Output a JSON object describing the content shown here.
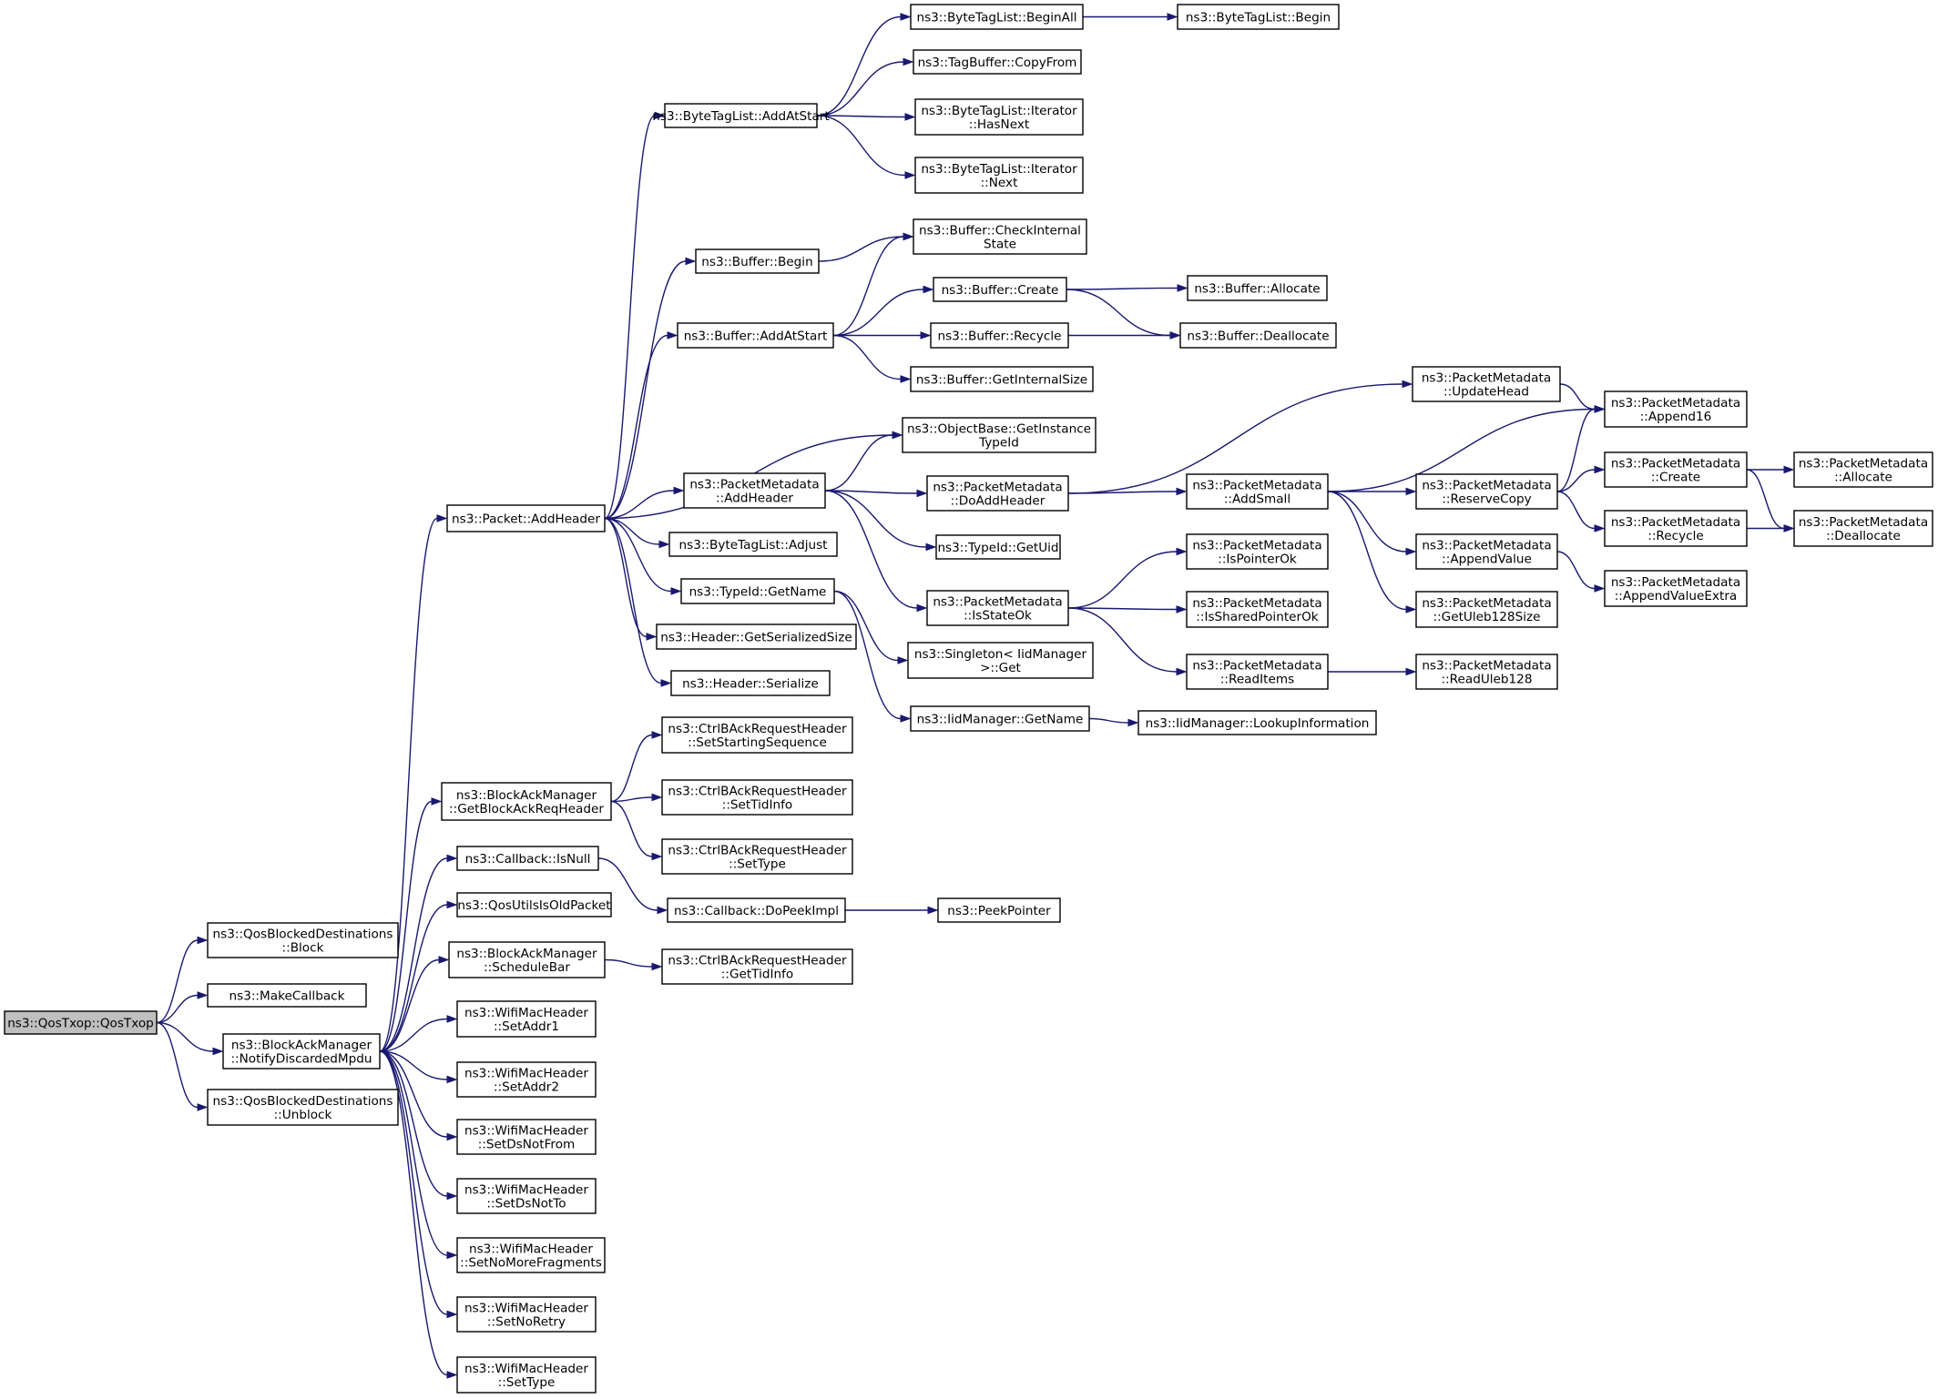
{
  "nodes": [
    {
      "id": "root",
      "lines": [
        "ns3::QosTxop::QosTxop"
      ],
      "highlight": true
    },
    {
      "id": "qbd_block",
      "lines": [
        "ns3::QosBlockedDestinations",
        "::Block"
      ]
    },
    {
      "id": "make_callback",
      "lines": [
        "ns3::MakeCallback"
      ]
    },
    {
      "id": "bam_notify",
      "lines": [
        "ns3::BlockAckManager",
        "::NotifyDiscardedMpdu"
      ]
    },
    {
      "id": "qbd_unblock",
      "lines": [
        "ns3::QosBlockedDestinations",
        "::Unblock"
      ]
    },
    {
      "id": "packet_addheader",
      "lines": [
        "ns3::Packet::AddHeader"
      ]
    },
    {
      "id": "bam_getbar",
      "lines": [
        "ns3::BlockAckManager",
        "::GetBlockAckReqHeader"
      ]
    },
    {
      "id": "callback_isnull",
      "lines": [
        "ns3::Callback::IsNull"
      ]
    },
    {
      "id": "qos_isold",
      "lines": [
        "ns3::QosUtilsIsOldPacket"
      ]
    },
    {
      "id": "bam_schedulebar",
      "lines": [
        "ns3::BlockAckManager",
        "::ScheduleBar"
      ]
    },
    {
      "id": "wmh_setaddr1",
      "lines": [
        "ns3::WifiMacHeader",
        "::SetAddr1"
      ]
    },
    {
      "id": "wmh_setaddr2",
      "lines": [
        "ns3::WifiMacHeader",
        "::SetAddr2"
      ]
    },
    {
      "id": "wmh_setdsnotfrom",
      "lines": [
        "ns3::WifiMacHeader",
        "::SetDsNotFrom"
      ]
    },
    {
      "id": "wmh_setdsnotto",
      "lines": [
        "ns3::WifiMacHeader",
        "::SetDsNotTo"
      ]
    },
    {
      "id": "wmh_setnomorefrag",
      "lines": [
        "ns3::WifiMacHeader",
        "::SetNoMoreFragments"
      ]
    },
    {
      "id": "wmh_setnoretry",
      "lines": [
        "ns3::WifiMacHeader",
        "::SetNoRetry"
      ]
    },
    {
      "id": "wmh_settype",
      "lines": [
        "ns3::WifiMacHeader",
        "::SetType"
      ]
    },
    {
      "id": "btl_addatstart",
      "lines": [
        "ns3::ByteTagList::AddAtStart"
      ]
    },
    {
      "id": "buffer_begin",
      "lines": [
        "ns3::Buffer::Begin"
      ]
    },
    {
      "id": "buffer_addatstart",
      "lines": [
        "ns3::Buffer::AddAtStart"
      ]
    },
    {
      "id": "pm_addheader",
      "lines": [
        "ns3::PacketMetadata",
        "::AddHeader"
      ]
    },
    {
      "id": "btl_adjust",
      "lines": [
        "ns3::ByteTagList::Adjust"
      ]
    },
    {
      "id": "typeid_getname",
      "lines": [
        "ns3::TypeId::GetName"
      ]
    },
    {
      "id": "header_getsersize",
      "lines": [
        "ns3::Header::GetSerializedSize"
      ]
    },
    {
      "id": "header_serialize",
      "lines": [
        "ns3::Header::Serialize"
      ]
    },
    {
      "id": "cbarh_setstartseq",
      "lines": [
        "ns3::CtrlBAckRequestHeader",
        "::SetStartingSequence"
      ]
    },
    {
      "id": "cbarh_settidinfo",
      "lines": [
        "ns3::CtrlBAckRequestHeader",
        "::SetTidInfo"
      ]
    },
    {
      "id": "cbarh_settype",
      "lines": [
        "ns3::CtrlBAckRequestHeader",
        "::SetType"
      ]
    },
    {
      "id": "callback_dopeekimpl",
      "lines": [
        "ns3::Callback::DoPeekImpl"
      ]
    },
    {
      "id": "cbarh_gettidinfo",
      "lines": [
        "ns3::CtrlBAckRequestHeader",
        "::GetTidInfo"
      ]
    },
    {
      "id": "btl_beginall",
      "lines": [
        "ns3::ByteTagList::BeginAll"
      ]
    },
    {
      "id": "tagbuffer_copyfrom",
      "lines": [
        "ns3::TagBuffer::CopyFrom"
      ]
    },
    {
      "id": "btl_iter_hasnext",
      "lines": [
        "ns3::ByteTagList::Iterator",
        "::HasNext"
      ]
    },
    {
      "id": "btl_iter_next",
      "lines": [
        "ns3::ByteTagList::Iterator",
        "::Next"
      ]
    },
    {
      "id": "buffer_checkinternal",
      "lines": [
        "ns3::Buffer::CheckInternal",
        "State"
      ]
    },
    {
      "id": "buffer_create",
      "lines": [
        "ns3::Buffer::Create"
      ]
    },
    {
      "id": "buffer_recycle",
      "lines": [
        "ns3::Buffer::Recycle"
      ]
    },
    {
      "id": "buffer_getinternalsize",
      "lines": [
        "ns3::Buffer::GetInternalSize"
      ]
    },
    {
      "id": "objectbase_getinstancetypeid",
      "lines": [
        "ns3::ObjectBase::GetInstance",
        "TypeId"
      ]
    },
    {
      "id": "pm_doaddheader",
      "lines": [
        "ns3::PacketMetadata",
        "::DoAddHeader"
      ]
    },
    {
      "id": "typeid_getuid",
      "lines": [
        "ns3::TypeId::GetUid"
      ]
    },
    {
      "id": "pm_isstateok",
      "lines": [
        "ns3::PacketMetadata",
        "::IsStateOk"
      ]
    },
    {
      "id": "singleton_get",
      "lines": [
        "ns3::Singleton< IidManager",
        " >::Get"
      ]
    },
    {
      "id": "iidmanager_getname",
      "lines": [
        "ns3::IidManager::GetName"
      ]
    },
    {
      "id": "peekpointer",
      "lines": [
        "ns3::PeekPointer"
      ]
    },
    {
      "id": "btl_begin",
      "lines": [
        "ns3::ByteTagList::Begin"
      ]
    },
    {
      "id": "buffer_allocate",
      "lines": [
        "ns3::Buffer::Allocate"
      ]
    },
    {
      "id": "buffer_deallocate",
      "lines": [
        "ns3::Buffer::Deallocate"
      ]
    },
    {
      "id": "pm_updatehead",
      "lines": [
        "ns3::PacketMetadata",
        "::UpdateHead"
      ]
    },
    {
      "id": "pm_addsmall",
      "lines": [
        "ns3::PacketMetadata",
        "::AddSmall"
      ]
    },
    {
      "id": "pm_ispointerok",
      "lines": [
        "ns3::PacketMetadata",
        "::IsPointerOk"
      ]
    },
    {
      "id": "pm_issharedpointerok",
      "lines": [
        "ns3::PacketMetadata",
        "::IsSharedPointerOk"
      ]
    },
    {
      "id": "pm_readitems",
      "lines": [
        "ns3::PacketMetadata",
        "::ReadItems"
      ]
    },
    {
      "id": "iidmanager_lookupinfo",
      "lines": [
        "ns3::IidManager::LookupInformation"
      ]
    },
    {
      "id": "pm_append16",
      "lines": [
        "ns3::PacketMetadata",
        "::Append16"
      ]
    },
    {
      "id": "pm_reservecopy",
      "lines": [
        "ns3::PacketMetadata",
        "::ReserveCopy"
      ]
    },
    {
      "id": "pm_appendvalue",
      "lines": [
        "ns3::PacketMetadata",
        "::AppendValue"
      ]
    },
    {
      "id": "pm_getuleb128size",
      "lines": [
        "ns3::PacketMetadata",
        "::GetUleb128Size"
      ]
    },
    {
      "id": "pm_readuleb128",
      "lines": [
        "ns3::PacketMetadata",
        "::ReadUleb128"
      ]
    },
    {
      "id": "pm_create",
      "lines": [
        "ns3::PacketMetadata",
        "::Create"
      ]
    },
    {
      "id": "pm_recycle",
      "lines": [
        "ns3::PacketMetadata",
        "::Recycle"
      ]
    },
    {
      "id": "pm_appendvalueextra",
      "lines": [
        "ns3::PacketMetadata",
        "::AppendValueExtra"
      ]
    },
    {
      "id": "pm_allocate",
      "lines": [
        "ns3::PacketMetadata",
        "::Allocate"
      ]
    },
    {
      "id": "pm_deallocate",
      "lines": [
        "ns3::PacketMetadata",
        "::Deallocate"
      ]
    }
  ],
  "edges": [
    [
      "root",
      "qbd_block"
    ],
    [
      "root",
      "make_callback"
    ],
    [
      "root",
      "bam_notify"
    ],
    [
      "root",
      "qbd_unblock"
    ],
    [
      "bam_notify",
      "packet_addheader"
    ],
    [
      "bam_notify",
      "bam_getbar"
    ],
    [
      "bam_notify",
      "callback_isnull"
    ],
    [
      "bam_notify",
      "qos_isold"
    ],
    [
      "bam_notify",
      "bam_schedulebar"
    ],
    [
      "bam_notify",
      "wmh_setaddr1"
    ],
    [
      "bam_notify",
      "wmh_setaddr2"
    ],
    [
      "bam_notify",
      "wmh_setdsnotfrom"
    ],
    [
      "bam_notify",
      "wmh_setdsnotto"
    ],
    [
      "bam_notify",
      "wmh_setnomorefrag"
    ],
    [
      "bam_notify",
      "wmh_setnoretry"
    ],
    [
      "bam_notify",
      "wmh_settype"
    ],
    [
      "packet_addheader",
      "btl_addatstart"
    ],
    [
      "packet_addheader",
      "buffer_begin"
    ],
    [
      "packet_addheader",
      "buffer_addatstart"
    ],
    [
      "packet_addheader",
      "objectbase_getinstancetypeid"
    ],
    [
      "packet_addheader",
      "pm_addheader"
    ],
    [
      "packet_addheader",
      "btl_adjust"
    ],
    [
      "packet_addheader",
      "typeid_getname"
    ],
    [
      "packet_addheader",
      "header_getsersize"
    ],
    [
      "packet_addheader",
      "header_serialize"
    ],
    [
      "bam_getbar",
      "cbarh_setstartseq"
    ],
    [
      "bam_getbar",
      "cbarh_settidinfo"
    ],
    [
      "bam_getbar",
      "cbarh_settype"
    ],
    [
      "callback_isnull",
      "callback_dopeekimpl"
    ],
    [
      "bam_schedulebar",
      "cbarh_gettidinfo"
    ],
    [
      "btl_addatstart",
      "btl_beginall"
    ],
    [
      "btl_addatstart",
      "tagbuffer_copyfrom"
    ],
    [
      "btl_addatstart",
      "btl_iter_hasnext"
    ],
    [
      "btl_addatstart",
      "btl_iter_next"
    ],
    [
      "buffer_begin",
      "buffer_checkinternal"
    ],
    [
      "buffer_addatstart",
      "buffer_checkinternal"
    ],
    [
      "buffer_addatstart",
      "buffer_create"
    ],
    [
      "buffer_addatstart",
      "buffer_recycle"
    ],
    [
      "buffer_addatstart",
      "buffer_getinternalsize"
    ],
    [
      "pm_addheader",
      "objectbase_getinstancetypeid"
    ],
    [
      "pm_addheader",
      "pm_doaddheader"
    ],
    [
      "pm_addheader",
      "typeid_getuid"
    ],
    [
      "pm_addheader",
      "pm_isstateok"
    ],
    [
      "typeid_getname",
      "singleton_get"
    ],
    [
      "typeid_getname",
      "iidmanager_getname"
    ],
    [
      "callback_dopeekimpl",
      "peekpointer"
    ],
    [
      "btl_beginall",
      "btl_begin"
    ],
    [
      "buffer_create",
      "buffer_allocate"
    ],
    [
      "buffer_create",
      "buffer_deallocate"
    ],
    [
      "buffer_recycle",
      "buffer_deallocate"
    ],
    [
      "pm_doaddheader",
      "pm_updatehead"
    ],
    [
      "pm_doaddheader",
      "pm_addsmall"
    ],
    [
      "pm_isstateok",
      "pm_ispointerok"
    ],
    [
      "pm_isstateok",
      "pm_issharedpointerok"
    ],
    [
      "pm_isstateok",
      "pm_readitems"
    ],
    [
      "iidmanager_getname",
      "iidmanager_lookupinfo"
    ],
    [
      "pm_updatehead",
      "pm_append16"
    ],
    [
      "pm_addsmall",
      "pm_append16"
    ],
    [
      "pm_addsmall",
      "pm_reservecopy"
    ],
    [
      "pm_addsmall",
      "pm_appendvalue"
    ],
    [
      "pm_addsmall",
      "pm_getuleb128size"
    ],
    [
      "pm_readitems",
      "pm_readuleb128"
    ],
    [
      "pm_reservecopy",
      "pm_append16"
    ],
    [
      "pm_reservecopy",
      "pm_create"
    ],
    [
      "pm_reservecopy",
      "pm_recycle"
    ],
    [
      "pm_appendvalue",
      "pm_appendvalueextra"
    ],
    [
      "pm_create",
      "pm_allocate"
    ],
    [
      "pm_create",
      "pm_deallocate"
    ],
    [
      "pm_recycle",
      "pm_deallocate"
    ]
  ]
}
